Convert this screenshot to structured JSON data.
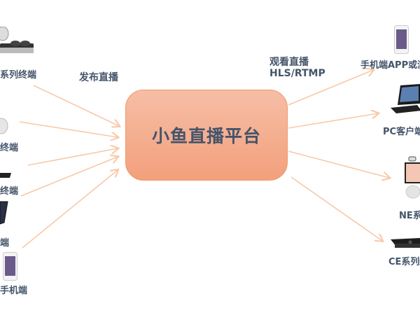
{
  "hub": {
    "label": "小鱼直播平台"
  },
  "publish_label": "发布直播",
  "watch_label_line1": "观看直播",
  "watch_label_line2": "HLS/RTMP",
  "left_devices": [
    {
      "label": "系列终端",
      "icon": "video-terminal-icon"
    },
    {
      "label": "终端",
      "icon": "camera-terminal-icon"
    },
    {
      "label": "终端",
      "icon": "soundbar-terminal-icon"
    },
    {
      "label": "端",
      "icon": "laptop-icon"
    },
    {
      "label": "手机端",
      "icon": "phone-icon"
    }
  ],
  "right_devices": [
    {
      "label": "手机端APP或浏",
      "icon": "phone-icon"
    },
    {
      "label": "PC客户端",
      "icon": "laptop-icon"
    },
    {
      "label": "NE系",
      "icon": "ne-terminal-icon"
    },
    {
      "label": "CE系列终",
      "icon": "ce-terminal-icon"
    }
  ],
  "colors": {
    "arrow": "#f8c9a8",
    "text": "#44546a",
    "hub_top": "#f6bea6",
    "hub_bottom": "#f3a07c"
  }
}
